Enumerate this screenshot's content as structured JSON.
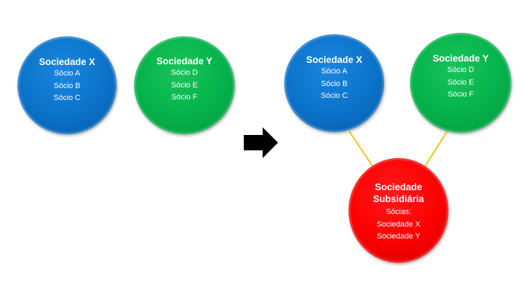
{
  "colors": {
    "blue": "#0a72c9",
    "green": "#05b14a",
    "red": "#fb0000",
    "connector": "#f2c218",
    "arrow": "#000000"
  },
  "before": {
    "company_x": {
      "title": "Sociedade X",
      "members": [
        "Sócio A",
        "Sócio B",
        "Sócio C"
      ]
    },
    "company_y": {
      "title": "Sociedade Y",
      "members": [
        "Sócio D",
        "Sócio E",
        "Sócio F"
      ]
    }
  },
  "transition_icon": "right-arrow-icon",
  "after": {
    "company_x": {
      "title": "Sociedade X",
      "members": [
        "Sócio A",
        "Sócio B",
        "Sócio C"
      ]
    },
    "company_y": {
      "title": "Sociedade Y",
      "members": [
        "Sócio D",
        "Sócio E",
        "Sócio F"
      ]
    },
    "subsidiary": {
      "title_line1": "Sociedade",
      "title_line2": "Subsidiária",
      "members_label": "Sócias:",
      "members": [
        "Sociedade X",
        "Sociedade Y"
      ]
    }
  }
}
